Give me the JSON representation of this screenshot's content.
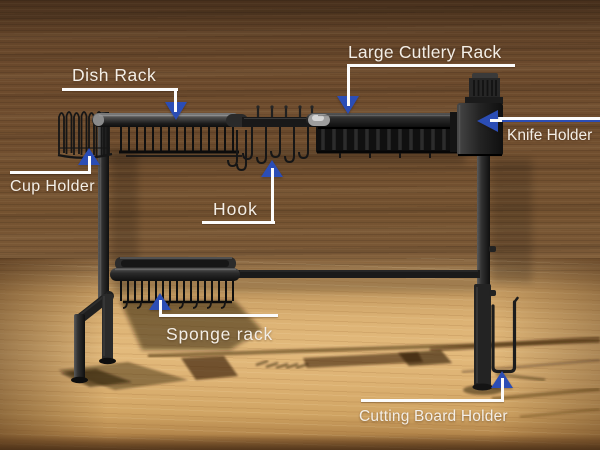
{
  "labels": {
    "dish_rack": "Dish Rack",
    "large_cutlery_rack": "Large Cutlery Rack",
    "knife_holder": "Knife Holder",
    "cup_holder": "Cup Holder",
    "hook": "Hook",
    "sponge_rack": "Sponge rack",
    "cutting_board_holder": "Cutting Board Holder"
  },
  "colors": {
    "arrow_blue": "#2b4db5",
    "callout_line_white": "#fcfcfc",
    "label_text": "#f3eee6",
    "rack_metal_black": "#1a1a1a",
    "wall_wood_brown": "#6e4c2d",
    "floor_wood_tan": "#ddb274"
  }
}
